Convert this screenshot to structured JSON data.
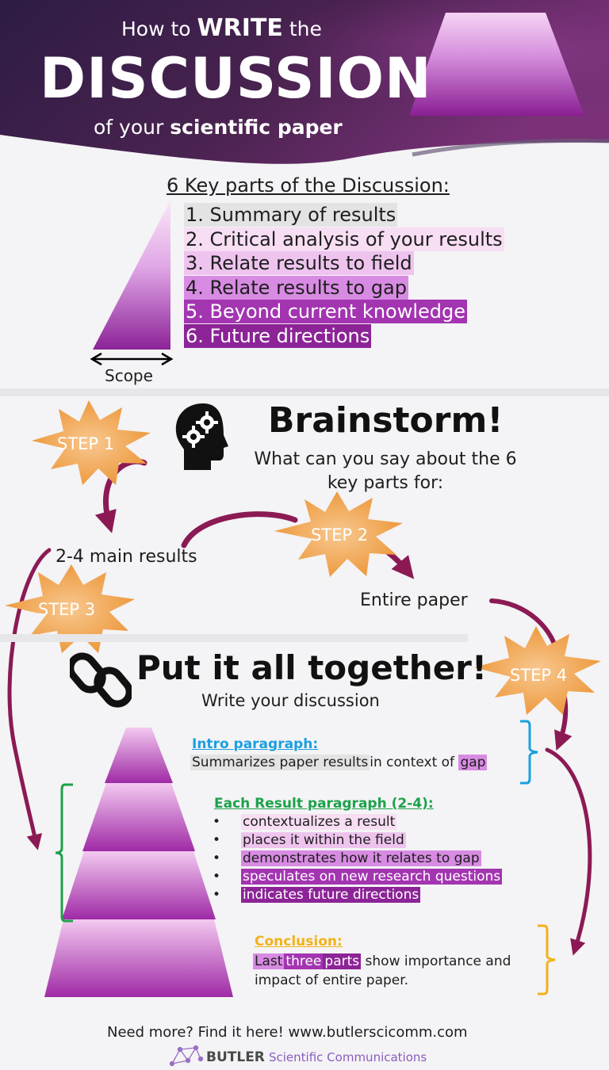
{
  "header": {
    "title_pre": "How to",
    "title_bold": "WRITE",
    "title_post": "the",
    "title_main": "DISCUSSION",
    "subtitle_pre": "of your",
    "subtitle_bold": "scientific paper"
  },
  "key_parts": {
    "title": "6 Key parts of the Discussion:",
    "items": [
      "1. Summary of results",
      "2. Critical analysis of your results",
      "3. Relate results to field",
      "4. Relate results to gap",
      "5. Beyond current knowledge",
      "6. Future directions"
    ],
    "scope_label": "Scope"
  },
  "brainstorm": {
    "heading": "Brainstorm!",
    "question_line1": "What can you say about the 6",
    "question_line2": "key parts for:",
    "main_results": "2-4 main results",
    "entire_paper": "Entire paper"
  },
  "steps": [
    "STEP 1",
    "STEP 2",
    "STEP 3",
    "STEP 4"
  ],
  "together": {
    "heading": "Put it all together!",
    "subheading": "Write your discussion",
    "intro_heading": "Intro paragraph:",
    "intro_part1": "Summarizes paper results",
    "intro_part2": "in context of",
    "intro_part3": "gap",
    "result_heading": "Each Result paragraph (2-4):",
    "bullet": "•",
    "result_items": [
      "contextualizes a result",
      "places it within the field",
      "demonstrates how it relates to gap",
      "speculates on new research questions",
      "indicates future directions"
    ],
    "conclusion_heading": "Conclusion:",
    "conclusion_w1": "Last",
    "conclusion_w2": "three",
    "conclusion_w3": "parts",
    "conclusion_rest": "show importance and",
    "conclusion_line2": "impact of entire paper."
  },
  "footer": {
    "text": "Need more? Find it here! www.butlerscicomm.com",
    "brand_bold": "BUTLER",
    "brand_rest": "Scientific Communications"
  },
  "colors": {
    "header_dark": "#2e1d45",
    "header_purple": "#6d2c72",
    "lightest": "#f7def3",
    "light": "#eec4ee",
    "mid": "#d88be3",
    "magenta": "#a335b1",
    "deep": "#8c2497",
    "gray_highlight": "#e3e3e3",
    "star_orange": "#f0a34c",
    "arrow": "#8b1a54",
    "blue": "#1aa0e0",
    "green": "#1ca24a",
    "gold": "#f1b21a"
  }
}
